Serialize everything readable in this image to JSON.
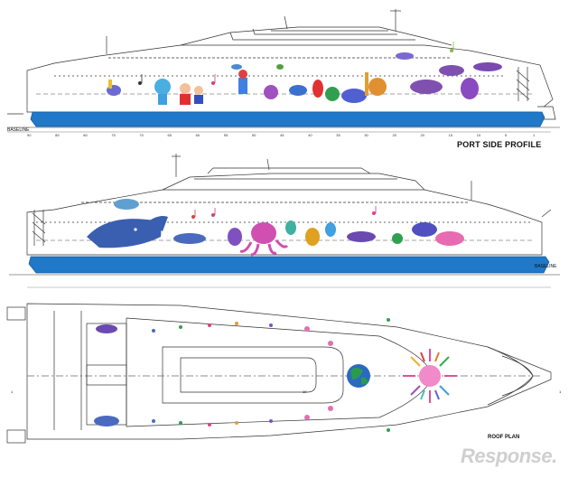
{
  "labels": {
    "port_side_profile": "PORT SIDE PROFILE",
    "baseline_top": "BASELINE",
    "baseline_mid": "BASELINE",
    "roof_plan": "ROOF PLAN",
    "watermark": "Response."
  },
  "frame_numbers": [
    "90",
    "85",
    "80",
    "75",
    "70",
    "65",
    "60",
    "55",
    "50",
    "45",
    "40",
    "35",
    "30",
    "25",
    "20",
    "15",
    "10",
    "5",
    "1"
  ],
  "roof_ticks": {
    "left": "1",
    "mid": "10",
    "right": "1"
  },
  "colors": {
    "hull_blue": "#1f78c8",
    "line": "#333333",
    "whale": "#3a5fb0",
    "octopus": "#d04fb0",
    "sun_rays": "#e05090",
    "globe_green": "#2a9a50",
    "globe_blue": "#2b69c0"
  }
}
